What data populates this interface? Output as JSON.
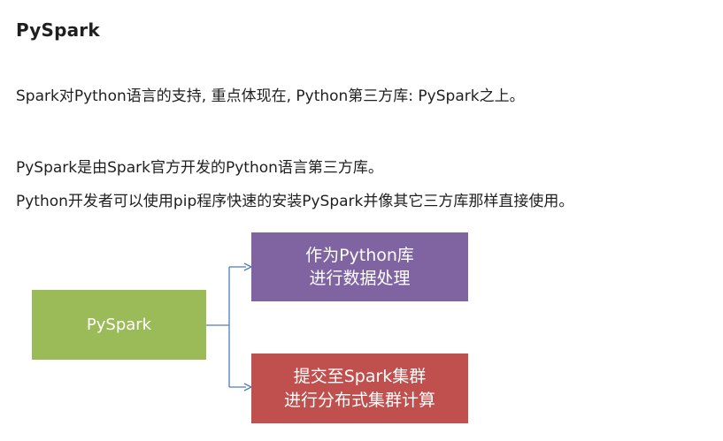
{
  "heading": "PySpark",
  "paragraphs": [
    "Spark对Python语言的支持, 重点体现在, Python第三方库: PySpark之上。",
    "PySpark是由Spark官方开发的Python语言第三方库。",
    "Python开发者可以使用pip程序快速的安装PySpark并像其它三方库那样直接使用。"
  ],
  "diagram": {
    "root": "PySpark",
    "branch_top": [
      "作为Python库",
      "进行数据处理"
    ],
    "branch_bottom": [
      "提交至Spark集群",
      "进行分布式集群计算"
    ],
    "colors": {
      "root": "#9bbb59",
      "branch_top": "#8064a2",
      "branch_bottom": "#c0504d",
      "connector": "#4a7ebb"
    }
  }
}
